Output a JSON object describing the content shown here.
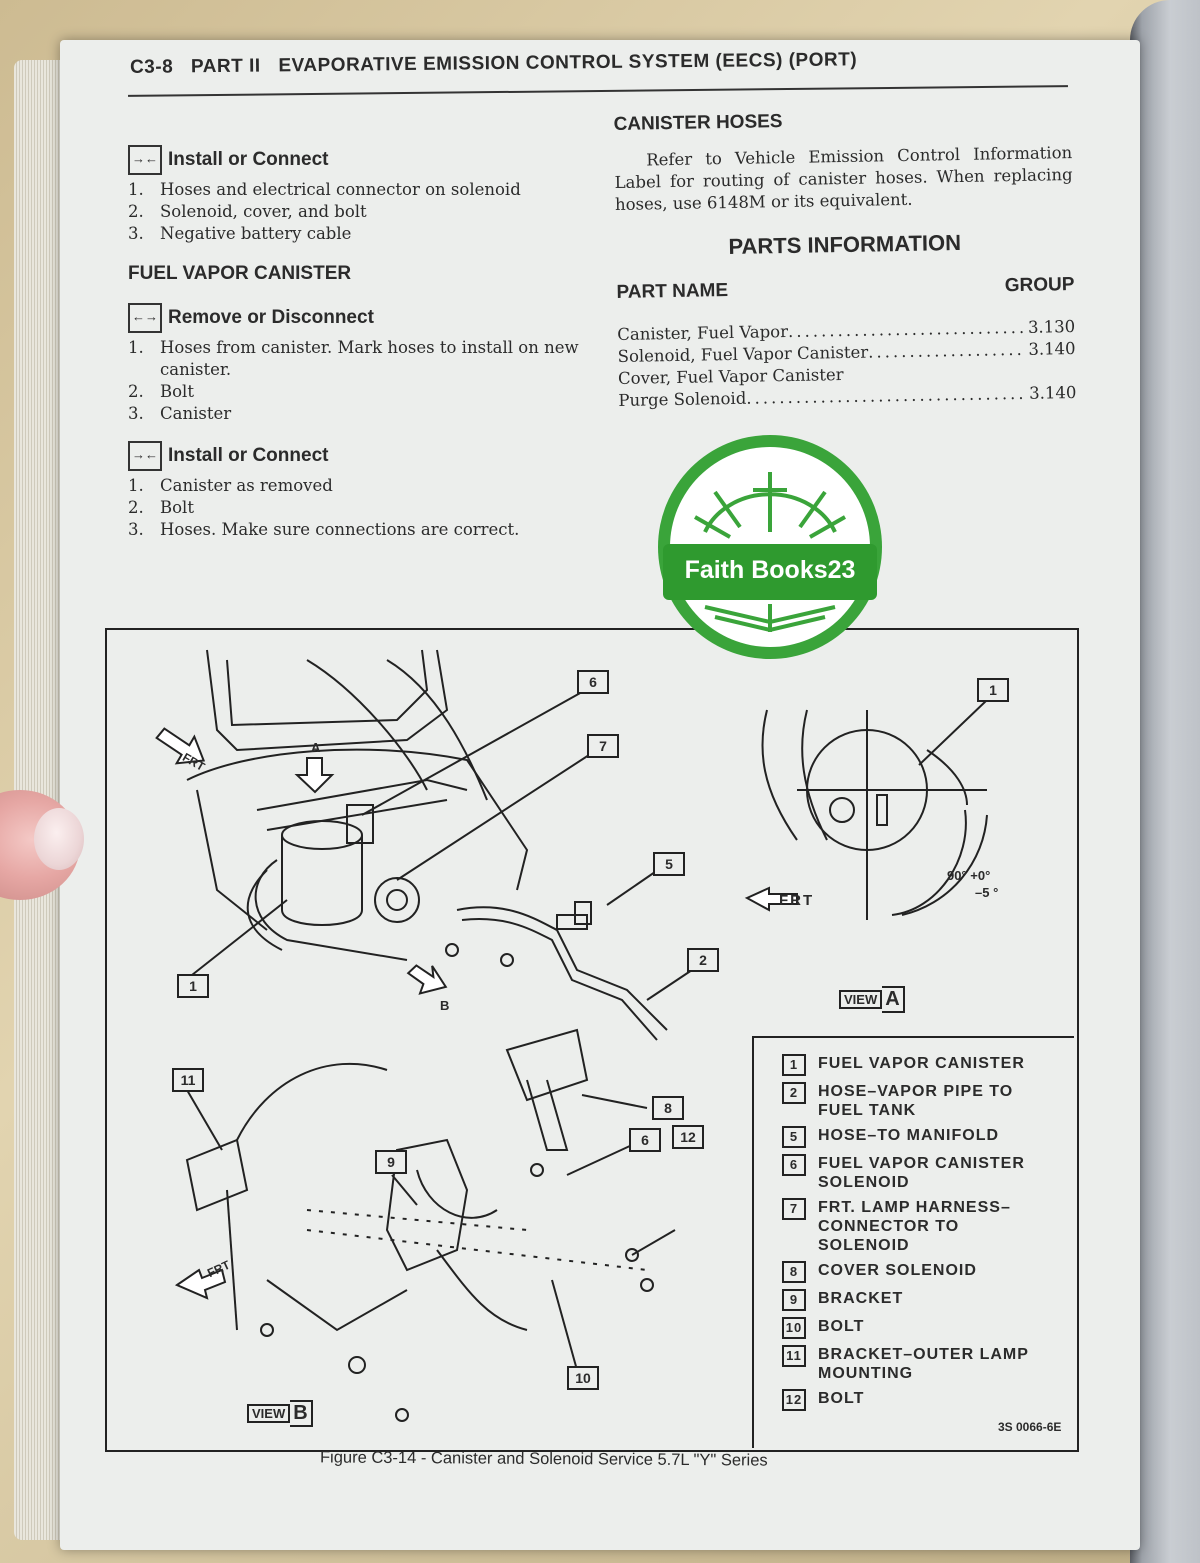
{
  "header": {
    "page_number": "C3-8",
    "part": "PART II",
    "title": "EVAPORATIVE EMISSION CONTROL SYSTEM (EECS) (PORT)"
  },
  "left_column": {
    "install_1": {
      "icon": "install-connect-icon",
      "title": "Install or Connect",
      "items": [
        {
          "n": "1.",
          "text": "Hoses and electrical connector on solenoid"
        },
        {
          "n": "2.",
          "text": "Solenoid, cover, and bolt"
        },
        {
          "n": "3.",
          "text": "Negative battery cable"
        }
      ]
    },
    "section_title": "FUEL VAPOR CANISTER",
    "remove": {
      "icon": "remove-disconnect-icon",
      "title": "Remove or Disconnect",
      "items": [
        {
          "n": "1.",
          "text": "Hoses from canister.  Mark hoses to install on new canister."
        },
        {
          "n": "2.",
          "text": "Bolt"
        },
        {
          "n": "3.",
          "text": "Canister"
        }
      ]
    },
    "install_2": {
      "icon": "install-connect-icon",
      "title": "Install or Connect",
      "items": [
        {
          "n": "1.",
          "text": "Canister as removed"
        },
        {
          "n": "2.",
          "text": "Bolt"
        },
        {
          "n": "3.",
          "text": "Hoses.  Make sure connections are correct."
        }
      ]
    }
  },
  "right_column": {
    "canister_hoses_title": "CANISTER HOSES",
    "canister_hoses_text": "Refer to Vehicle Emission Control Information Label for routing of canister hoses.  When replacing hoses, use 6148M or its equivalent.",
    "parts_title": "PARTS INFORMATION",
    "col_part_name": "PART NAME",
    "col_group": "GROUP",
    "parts": [
      {
        "name": "Canister, Fuel Vapor",
        "group": "3.130"
      },
      {
        "name": "Solenoid, Fuel Vapor Canister",
        "group": "3.140"
      },
      {
        "name": "Cover, Fuel Vapor Canister",
        "group": ""
      },
      {
        "name": "Purge Solenoid",
        "group": "3.140"
      }
    ]
  },
  "watermark": {
    "text": "Faith Books23",
    "color": "#3aa43a"
  },
  "figure": {
    "labels": {
      "frt": "FRT",
      "view_word": "VIEW",
      "view_a": "A",
      "view_b": "B",
      "arrow_a": "A",
      "arrow_b": "B",
      "angle_main": "90° +0°",
      "angle_minus": "–5 °"
    },
    "callouts": [
      "1",
      "2",
      "5",
      "6",
      "7",
      "8",
      "9",
      "10",
      "11",
      "12"
    ],
    "legend": [
      {
        "num": "1",
        "text": "FUEL VAPOR CANISTER"
      },
      {
        "num": "2",
        "text": "HOSE–VAPOR PIPE TO FUEL TANK"
      },
      {
        "num": "5",
        "text": "HOSE–TO MANIFOLD"
      },
      {
        "num": "6",
        "text": "FUEL VAPOR CANISTER SOLENOID"
      },
      {
        "num": "7",
        "text": "FRT. LAMP HARNESS– CONNECTOR TO SOLENOID"
      },
      {
        "num": "8",
        "text": "COVER SOLENOID"
      },
      {
        "num": "9",
        "text": "BRACKET"
      },
      {
        "num": "10",
        "text": "BOLT"
      },
      {
        "num": "11",
        "text": "BRACKET–OUTER LAMP MOUNTING"
      },
      {
        "num": "12",
        "text": "BOLT"
      }
    ],
    "code": "3S 0066-6E",
    "caption": "Figure C3-14 - Canister and Solenoid Service  5.7L  \"Y\"  Series"
  }
}
